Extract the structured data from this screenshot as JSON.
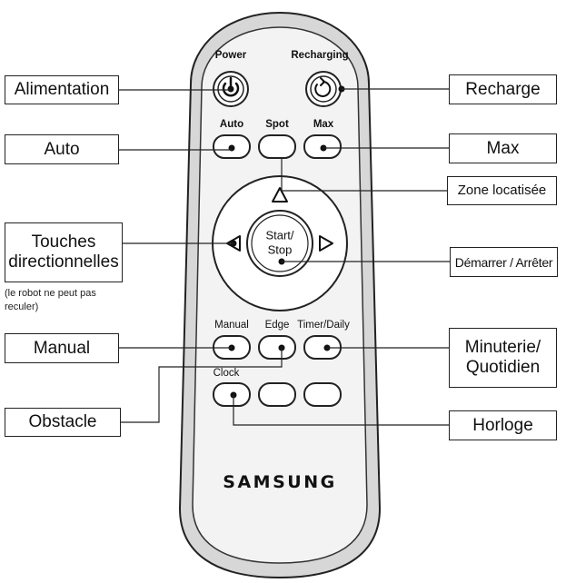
{
  "remote": {
    "brand": "SAMSUNG",
    "buttons": {
      "power": "Power",
      "recharging": "Recharging",
      "auto": "Auto",
      "spot": "Spot",
      "max": "Max",
      "start_stop_line1": "Start/",
      "start_stop_line2": "Stop",
      "manual": "Manual",
      "edge": "Edge",
      "timer_daily": "Timer/Daily",
      "clock": "Clock"
    }
  },
  "callouts": {
    "alimentation": "Alimentation",
    "recharge": "Recharge",
    "auto": "Auto",
    "max": "Max",
    "zone": "Zone locatisée",
    "touches_line1": "Touches",
    "touches_line2": "directionnelles",
    "touches_note": "(le robot ne peut pas reculer)",
    "demarrer": "Démarrer / Arrêter",
    "manual": "Manual",
    "minuterie_line1": "Minuterie/",
    "minuterie_line2": "Quotidien",
    "obstacle": "Obstacle",
    "horloge": "Horloge"
  }
}
